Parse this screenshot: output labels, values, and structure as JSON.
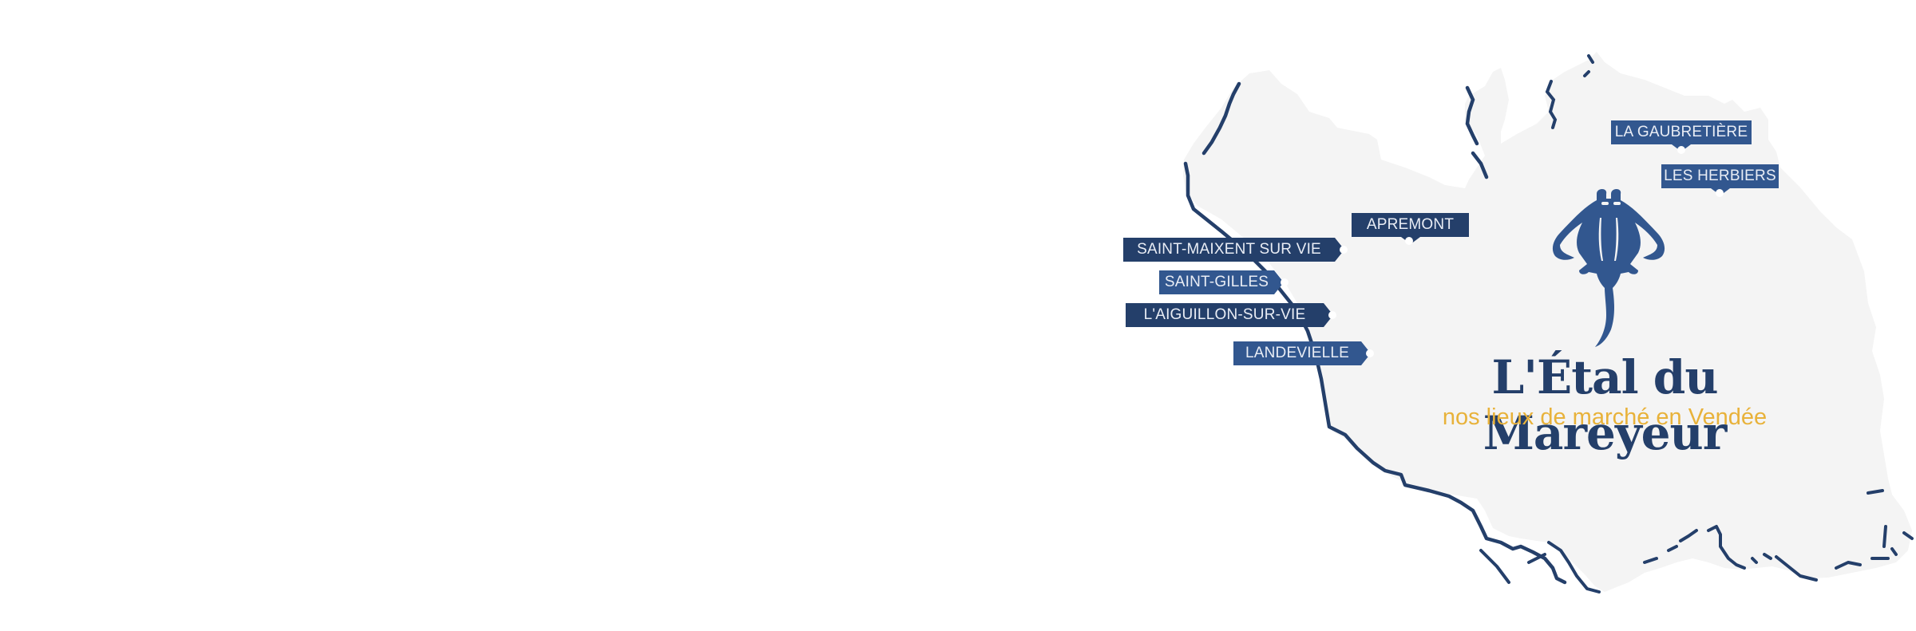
{
  "map": {
    "region": "Vendée",
    "land_color": "#f4f4f4",
    "coast_color": "#243f6a"
  },
  "brand": {
    "title": "L'Étal du Mareyeur",
    "subtitle": "nos lieux de marché en Vendée",
    "title_color": "#243f6a",
    "subtitle_color": "#e8b23a",
    "logo_icon": "manta-ray-icon"
  },
  "markets": [
    {
      "name": "LA GAUBRETIÈRE",
      "style": "mid",
      "pointer": "down"
    },
    {
      "name": "LES HERBIERS",
      "style": "mid",
      "pointer": "down"
    },
    {
      "name": "APREMONT",
      "style": "dark",
      "pointer": "down"
    },
    {
      "name": "SAINT-MAIXENT SUR VIE",
      "style": "dark",
      "pointer": "right"
    },
    {
      "name": "SAINT-GILLES",
      "style": "mid",
      "pointer": "right"
    },
    {
      "name": "L'AIGUILLON-SUR-VIE",
      "style": "dark",
      "pointer": "right"
    },
    {
      "name": "LANDEVIELLE",
      "style": "mid",
      "pointer": "right"
    }
  ],
  "colors": {
    "tag_dark": "#243f6a",
    "tag_mid": "#32578f",
    "tag_text": "#e9edf5"
  }
}
